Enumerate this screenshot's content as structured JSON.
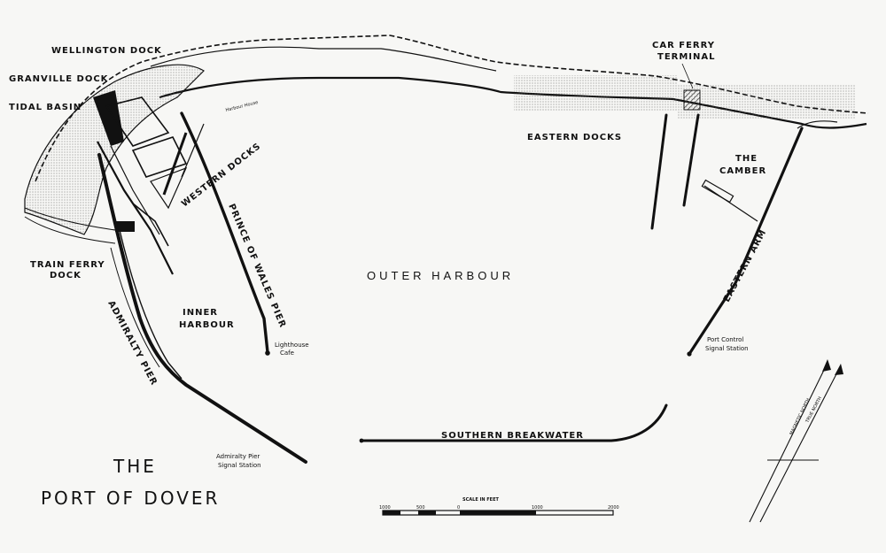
{
  "map": {
    "title_line1": "THE",
    "title_line2": "PORT OF DOVER",
    "labels": {
      "wellington_dock": "WELLINGTON DOCK",
      "granville_dock": "GRANVILLE DOCK",
      "tidal_basin": "TIDAL BASIN",
      "train_ferry_dock_1": "TRAIN FERRY",
      "train_ferry_dock_2": "DOCK",
      "admiralty_pier": "ADMIRALTY PIER",
      "inner_harbour_1": "INNER",
      "inner_harbour_2": "HARBOUR",
      "western_docks": "WESTERN DOCKS",
      "prince_of_wales_pier": "PRINCE OF WALES PIER",
      "outer_harbour": "OUTER HARBOUR",
      "eastern_docks": "EASTERN DOCKS",
      "car_ferry_terminal_1": "CAR FERRY",
      "car_ferry_terminal_2": "TERMINAL",
      "the_camber_1": "THE",
      "the_camber_2": "CAMBER",
      "eastern_arm": "EASTERN ARM",
      "southern_breakwater": "SOUTHERN BREAKWATER",
      "lighthouse_1": "Lighthouse",
      "lighthouse_2": "Cafe",
      "port_control_1": "Port Control",
      "port_control_2": "Signal Station",
      "admiralty_signal_1": "Admiralty Pier",
      "admiralty_signal_2": "Signal Station",
      "harbour_house": "Harbour House"
    },
    "scale": {
      "title": "SCALE IN FEET",
      "ticks": [
        "1000",
        "500",
        "0",
        "1000",
        "2000"
      ]
    },
    "compass": {
      "magnetic": "MAGNETIC NORTH",
      "true": "TRUE NORTH"
    },
    "colors": {
      "ink": "#111111",
      "paper": "#f7f7f5"
    }
  }
}
